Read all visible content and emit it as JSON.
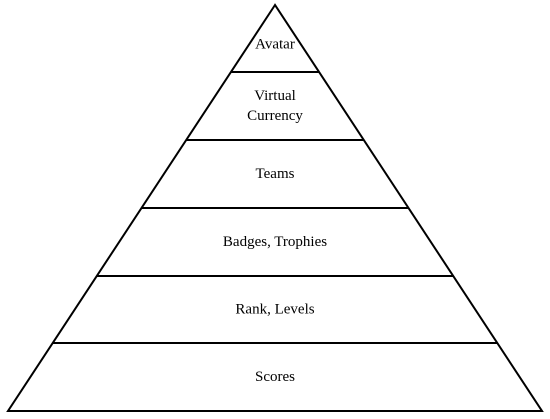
{
  "diagram": {
    "type": "pyramid",
    "line_color": "#000000",
    "background": "#ffffff",
    "tiers_top_to_bottom": [
      {
        "lines": [
          "Avatar"
        ]
      },
      {
        "lines": [
          "Virtual",
          "Currency"
        ]
      },
      {
        "lines": [
          "Teams"
        ]
      },
      {
        "lines": [
          "Badges, Trophies"
        ]
      },
      {
        "lines": [
          "Rank, Levels"
        ]
      },
      {
        "lines": [
          "Scores"
        ]
      }
    ]
  }
}
